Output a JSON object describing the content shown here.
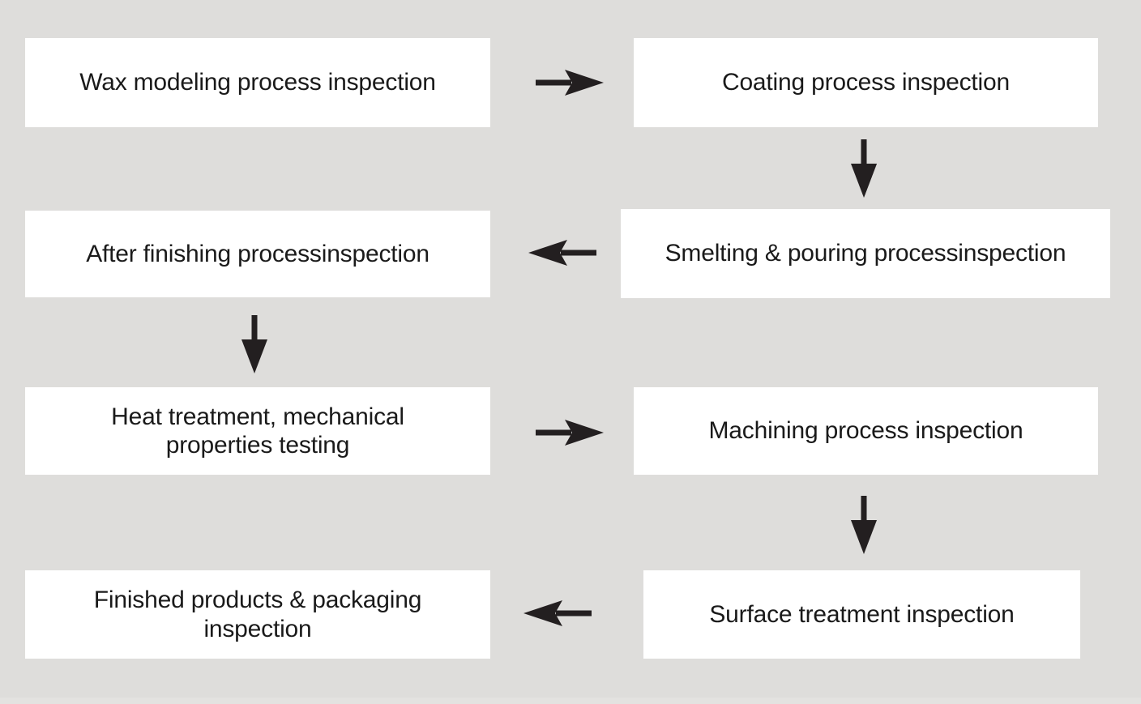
{
  "figure": {
    "type": "flowchart",
    "orientation": "boustrophedon-rows",
    "background_color": "#dedddb",
    "node_fill_color": "#ffffff",
    "node_text_color": "#1a1a1a",
    "arrow_color": "#231f20"
  },
  "nodes": [
    {
      "id": "wax",
      "label": "Wax modeling process inspection",
      "row": 1,
      "column": "left",
      "lines": 1
    },
    {
      "id": "coating",
      "label": "Coating process inspection",
      "row": 1,
      "column": "right",
      "lines": 1
    },
    {
      "id": "smelting",
      "label": "Smelting & pouring processinspection",
      "row": 2,
      "column": "right",
      "lines": 1
    },
    {
      "id": "after",
      "label": "After finishing processinspection",
      "row": 2,
      "column": "left",
      "lines": 1
    },
    {
      "id": "heat",
      "label": "Heat treatment, mechanical\nproperties testing",
      "row": 3,
      "column": "left",
      "lines": 2
    },
    {
      "id": "machining",
      "label": "Machining process inspection",
      "row": 3,
      "column": "right",
      "lines": 1
    },
    {
      "id": "surface",
      "label": "Surface treatment inspection",
      "row": 4,
      "column": "right",
      "lines": 1
    },
    {
      "id": "finished",
      "label": "Finished products & packaging\ninspection",
      "row": 4,
      "column": "left",
      "lines": 2
    }
  ],
  "edges": [
    {
      "id": "wax-coating",
      "from": "wax",
      "to": "coating",
      "direction": "right",
      "icon": "arrow-right-icon"
    },
    {
      "id": "coating-smelting",
      "from": "coating",
      "to": "smelting",
      "direction": "down",
      "icon": "arrow-down-icon"
    },
    {
      "id": "smelting-after",
      "from": "smelting",
      "to": "after",
      "direction": "left",
      "icon": "arrow-left-icon"
    },
    {
      "id": "after-heat",
      "from": "after",
      "to": "heat",
      "direction": "down",
      "icon": "arrow-down-icon"
    },
    {
      "id": "heat-machining",
      "from": "heat",
      "to": "machining",
      "direction": "right",
      "icon": "arrow-right-icon"
    },
    {
      "id": "machining-surface",
      "from": "machining",
      "to": "surface",
      "direction": "down",
      "icon": "arrow-down-icon"
    },
    {
      "id": "surface-finished",
      "from": "surface",
      "to": "finished",
      "direction": "left",
      "icon": "arrow-left-icon"
    }
  ]
}
